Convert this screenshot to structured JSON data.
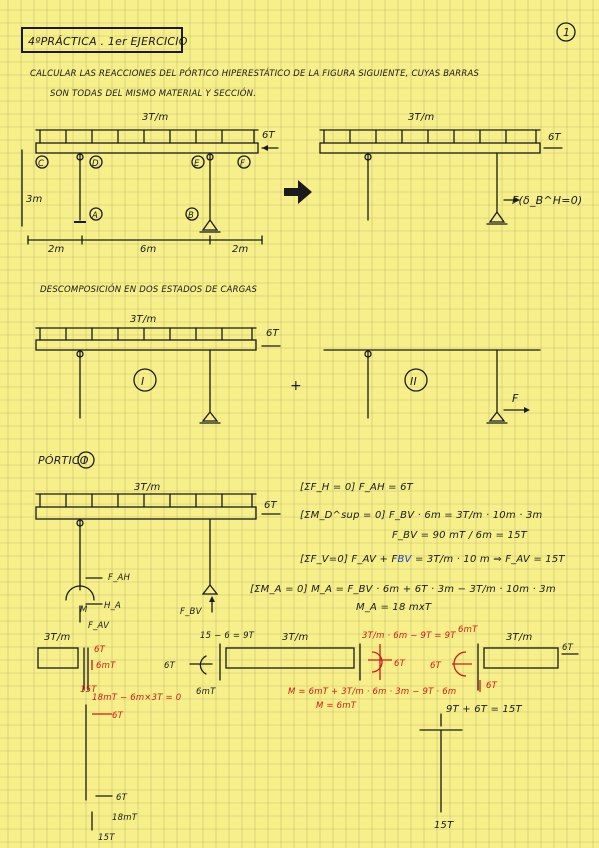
{
  "page_number": "1",
  "header": {
    "title": "4ºPRÁCTICA . 1er EJERCICIO"
  },
  "statement": {
    "line1": "CALCULAR LAS REACCIONES DEL PÓRTICO HIPERESTÁTICO DE LA FIGURA SIGUIENTE, CUYAS BARRAS",
    "line2": "SON TODAS DEL MISMO MATERIAL Y SECCIÓN."
  },
  "fig1": {
    "load_dist": "3T/m",
    "load_point": "6T",
    "node_c": "C",
    "node_d": "D",
    "node_e": "E",
    "node_f": "F",
    "node_a": "A",
    "node_b": "B",
    "height": "3m",
    "span_left": "2m",
    "span_mid": "6m",
    "span_right": "2m"
  },
  "fig2": {
    "load_dist": "3T/m",
    "load_point": "6T",
    "reaction": "F(δ_B^H=0)"
  },
  "decomposition": {
    "title": "DESCOMPOSICIÓN EN DOS ESTADOS DE CARGAS"
  },
  "state1": {
    "load_dist": "3T/m",
    "load_point": "6T",
    "label": "I"
  },
  "plus_sign": "+",
  "state2": {
    "label": "II",
    "reaction": "F"
  },
  "portico": {
    "title": "PÓRTICO",
    "label": "I"
  },
  "p1": {
    "load_dist": "3T/m",
    "load_point": "6T",
    "m_a": "M",
    "h_a": "H_A",
    "f_av": "F_AV",
    "f_ah": "F_AH",
    "f_bv": "F_BV"
  },
  "equations": {
    "eq1": "[ΣF_H = 0]     F_AH = 6T",
    "eq2a": "[ΣM_D^sup = 0]    F_BV · 6m = 3T/m · 10m · 3m",
    "eq2b": "F_BV = 90 mT / 6m = 15T",
    "eq3_pre": "[ΣF_V=0]  F_AV + F",
    "eq3_blue": "BV",
    "eq3_post": " = 3T/m · 10 m ⇒  F_AV = 15T",
    "eq4": "[ΣM_A = 0]  M_A = F_BV · 6m + 6T · 3m − 3T/m · 10m · 3m",
    "eq5": "M_A = 18 mxT"
  },
  "bottom": {
    "left_load": "3T/m",
    "mid_load": "3T/m",
    "right_load": "3T/m",
    "r_6t": "6T",
    "r_6mt": "6mT",
    "r_15t": "15T",
    "r_eq1": "18mT − 6m×3T = 0",
    "r_6t_b": "6T",
    "b_15_6": "15 − 6 = 9T",
    "b_6t_left": "6T",
    "b_6mt": "6mT",
    "mid_right_top": "3T/m · 6m − 9T = 9T",
    "mid_right_6t": "6T",
    "mid_eq1": "M = 6mT + 3T/m · 6m · 3m − 9T · 6m",
    "mid_eq2": "M = 6mT",
    "right_6mt": "6mT",
    "right_6t": "6T",
    "right_6t_r": "6T",
    "right_6t_b": "6T",
    "right_sum": "9T + 6T = 15T",
    "right_15t": "15T",
    "col_6t": "6T",
    "col_18mt": "18mT",
    "col_15t": "15T"
  }
}
